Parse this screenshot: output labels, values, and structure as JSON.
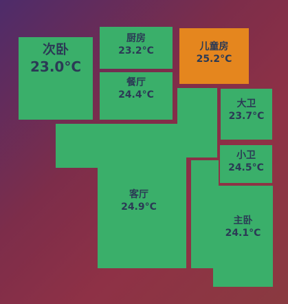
{
  "rooms": {
    "second_bedroom": {
      "name": "次卧",
      "temp": "23.0°C"
    },
    "kitchen": {
      "name": "厨房",
      "temp": "23.2°C"
    },
    "kids_room": {
      "name": "儿童房",
      "temp": "25.2°C"
    },
    "dining": {
      "name": "餐厅",
      "temp": "24.4°C"
    },
    "big_bath": {
      "name": "大卫",
      "temp": "23.7°C"
    },
    "small_bath": {
      "name": "小卫",
      "temp": "24.5°C"
    },
    "living": {
      "name": "客厅",
      "temp": "24.9°C"
    },
    "master_bedroom": {
      "name": "主卧",
      "temp": "24.1°C"
    }
  },
  "colors": {
    "normal": "#3aaf6a",
    "warm": "#e5861e",
    "text": "#2b3a55"
  }
}
